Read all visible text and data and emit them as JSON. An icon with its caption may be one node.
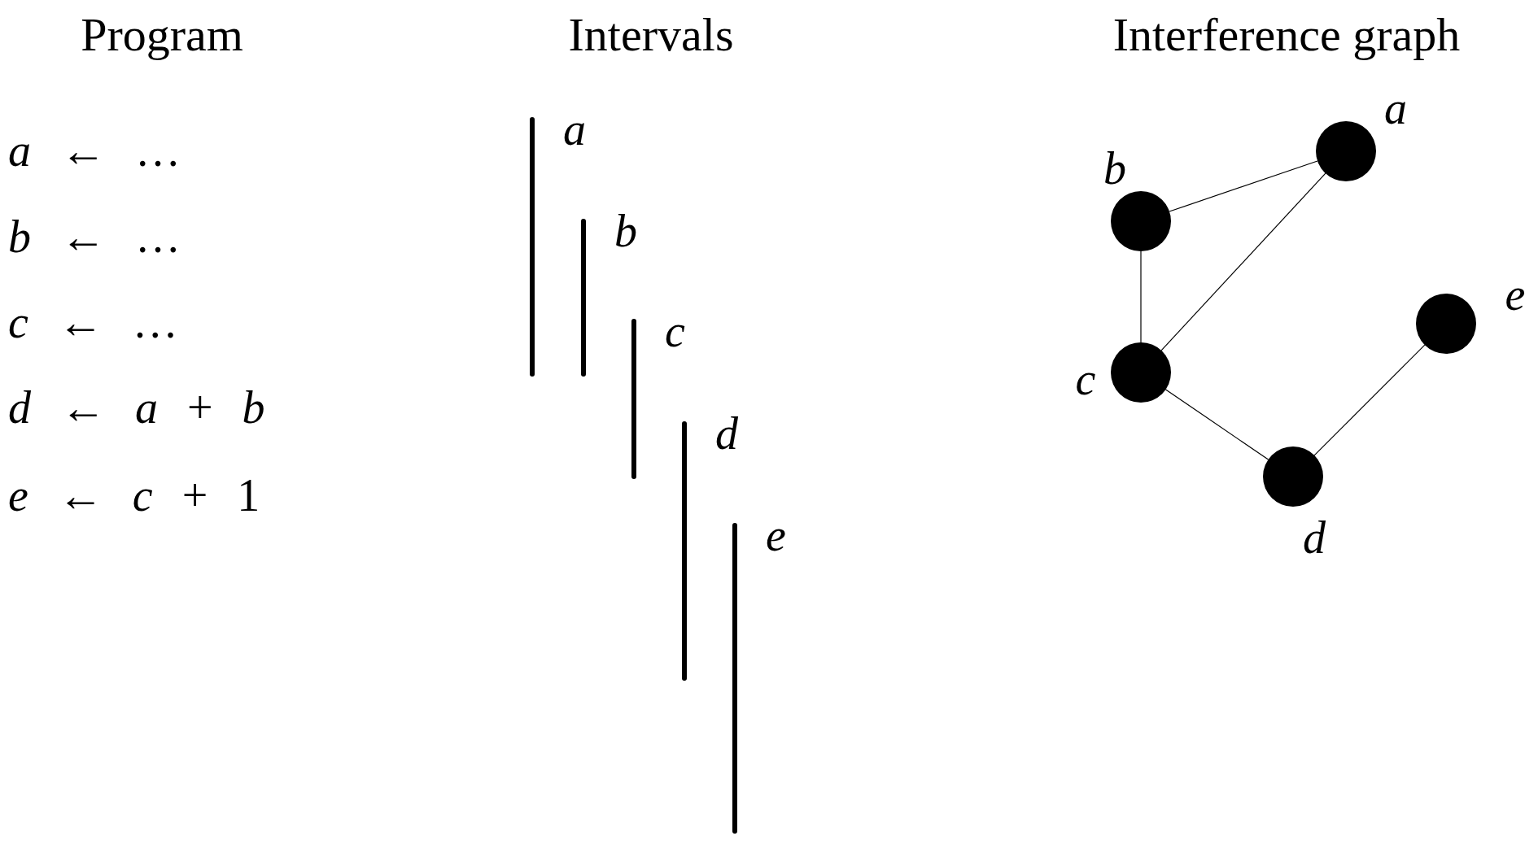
{
  "diagram": {
    "nodes": [
      {
        "text": [],
        "shape": "circle",
        "beside": [
          "a"
        ]
      },
      {
        "text": [],
        "shape": "circle",
        "beside": [
          "b"
        ]
      },
      {
        "text": [],
        "shape": "circle",
        "beside": [
          "c"
        ]
      },
      {
        "text": [],
        "shape": "circle",
        "beside": [
          "d"
        ]
      },
      {
        "text": [],
        "shape": "circle",
        "beside": [
          "e"
        ]
      }
    ],
    "edges": [
      {
        "from": 1,
        "to": 0,
        "arrow": "none"
      },
      {
        "from": 1,
        "to": 2,
        "arrow": "none"
      },
      {
        "from": 0,
        "to": 2,
        "arrow": "none"
      },
      {
        "from": 2,
        "to": 3,
        "arrow": "none"
      },
      {
        "from": 3,
        "to": 4,
        "arrow": "none"
      }
    ],
    "labels": [
      "Program",
      "Intervals",
      "Interference graph",
      "*a* ← …",
      "*b* ← …",
      "*c* ← …",
      "*d* ← *a* + *b*",
      "*e* ← *c* + 1",
      "a",
      "b",
      "c",
      "d",
      "e"
    ]
  }
}
